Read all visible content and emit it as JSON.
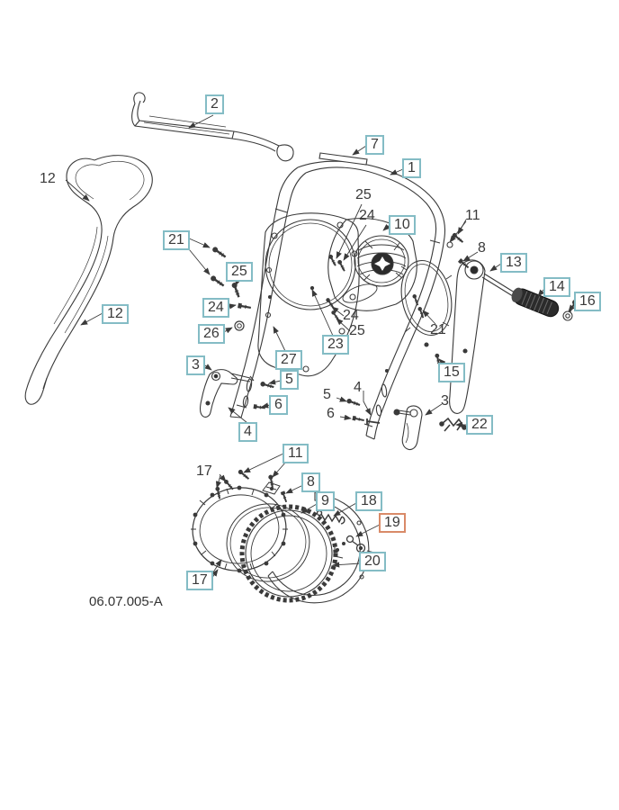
{
  "footer_code": "06.07.005-A",
  "colors": {
    "callout_border": "#84bcc5",
    "callout_highlight_border": "#d98a68",
    "line_art": "#3a3a3a",
    "label_text": "#3a3a3a"
  },
  "callouts": [
    {
      "label": "2",
      "boxed": true,
      "highlight": false
    },
    {
      "label": "7",
      "boxed": true,
      "highlight": false
    },
    {
      "label": "1",
      "boxed": true,
      "highlight": false
    },
    {
      "label": "10",
      "boxed": true,
      "highlight": false
    },
    {
      "label": "12",
      "boxed": false,
      "highlight": false
    },
    {
      "label": "12",
      "boxed": true,
      "highlight": false
    },
    {
      "label": "21",
      "boxed": true,
      "highlight": false
    },
    {
      "label": "25",
      "boxed": true,
      "highlight": false
    },
    {
      "label": "24",
      "boxed": true,
      "highlight": false
    },
    {
      "label": "26",
      "boxed": true,
      "highlight": false
    },
    {
      "label": "25",
      "boxed": false,
      "highlight": false
    },
    {
      "label": "24",
      "boxed": false,
      "highlight": false
    },
    {
      "label": "11",
      "boxed": false,
      "highlight": false
    },
    {
      "label": "8",
      "boxed": false,
      "highlight": false
    },
    {
      "label": "13",
      "boxed": true,
      "highlight": false
    },
    {
      "label": "14",
      "boxed": true,
      "highlight": false
    },
    {
      "label": "16",
      "boxed": true,
      "highlight": false
    },
    {
      "label": "23",
      "boxed": true,
      "highlight": false
    },
    {
      "label": "27",
      "boxed": true,
      "highlight": false
    },
    {
      "label": "24",
      "boxed": false,
      "highlight": false
    },
    {
      "label": "25",
      "boxed": false,
      "highlight": false
    },
    {
      "label": "21",
      "boxed": false,
      "highlight": false
    },
    {
      "label": "3",
      "boxed": true,
      "highlight": false
    },
    {
      "label": "5",
      "boxed": true,
      "highlight": false
    },
    {
      "label": "6",
      "boxed": true,
      "highlight": false
    },
    {
      "label": "4",
      "boxed": true,
      "highlight": false
    },
    {
      "label": "5",
      "boxed": false,
      "highlight": false
    },
    {
      "label": "4",
      "boxed": false,
      "highlight": false
    },
    {
      "label": "6",
      "boxed": false,
      "highlight": false
    },
    {
      "label": "15",
      "boxed": true,
      "highlight": false
    },
    {
      "label": "3",
      "boxed": false,
      "highlight": false
    },
    {
      "label": "22",
      "boxed": true,
      "highlight": false
    },
    {
      "label": "11",
      "boxed": true,
      "highlight": false
    },
    {
      "label": "17",
      "boxed": false,
      "highlight": false
    },
    {
      "label": "8",
      "boxed": true,
      "highlight": false
    },
    {
      "label": "9",
      "boxed": true,
      "highlight": false
    },
    {
      "label": "18",
      "boxed": true,
      "highlight": false
    },
    {
      "label": "19",
      "boxed": true,
      "highlight": true
    },
    {
      "label": "20",
      "boxed": true,
      "highlight": false
    },
    {
      "label": "17",
      "boxed": true,
      "highlight": false
    }
  ]
}
